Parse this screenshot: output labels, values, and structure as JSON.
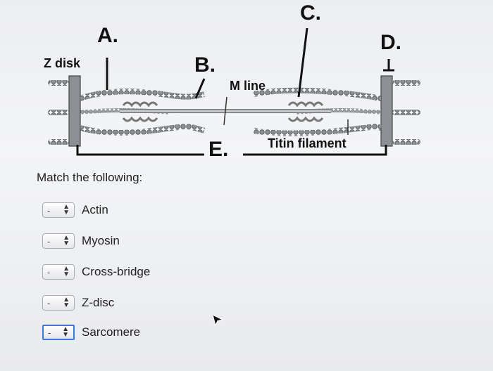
{
  "diagram": {
    "labels": {
      "a": "A.",
      "b": "B.",
      "c": "C.",
      "d": "D.",
      "e": "E.",
      "z_disk": "Z disk",
      "m_line": "M line",
      "titin": "Titin filament"
    }
  },
  "question": {
    "prompt": "Match the following:",
    "items": [
      {
        "selected": "-",
        "label": "Actin"
      },
      {
        "selected": "-",
        "label": "Myosin"
      },
      {
        "selected": "-",
        "label": "Cross-bridge"
      },
      {
        "selected": "-",
        "label": "Z-disc"
      },
      {
        "selected": "-",
        "label": "Sarcomere"
      }
    ]
  },
  "icons": {
    "select_arrows": "up-down-arrows-icon",
    "cursor": "mouse-pointer-icon"
  }
}
